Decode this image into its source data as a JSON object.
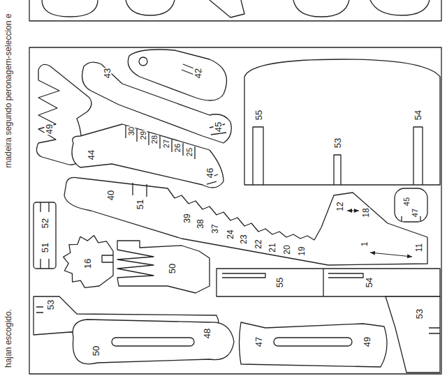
{
  "diagram": {
    "labels": [
      "madeira segundo peronagem-seleccion e",
      "hajan escogido.",
      "43",
      "42",
      "49",
      "45",
      "55",
      "53",
      "54",
      "30",
      "29",
      "28",
      "27",
      "26",
      "25",
      "44",
      "46",
      "40",
      "51",
      "52",
      "51",
      "39",
      "38",
      "37",
      "24",
      "23",
      "22",
      "21",
      "20",
      "19",
      "12",
      "18",
      "45",
      "47",
      "1",
      "11",
      "16",
      "50",
      "55",
      "54",
      "53",
      "53",
      "48",
      "50",
      "47",
      "49"
    ]
  }
}
